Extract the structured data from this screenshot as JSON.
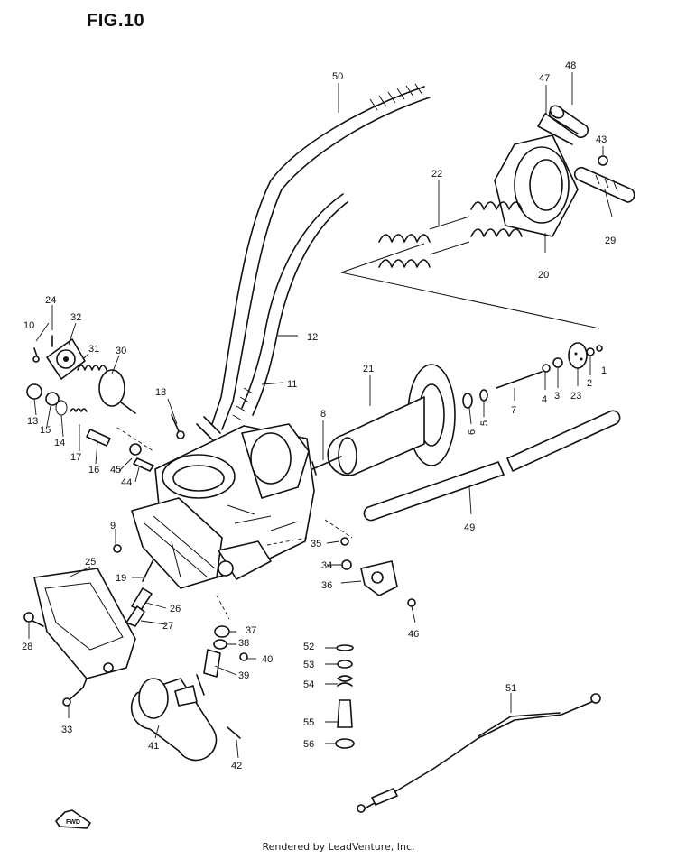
{
  "figure": {
    "title": "FIG.10",
    "footer": "Rendered by LeadVenture, Inc.",
    "direction_tag": "FWD"
  },
  "callouts": [
    "1",
    "2",
    "3",
    "4",
    "5",
    "6",
    "7",
    "8",
    "9",
    "10",
    "11",
    "12",
    "13",
    "14",
    "15",
    "16",
    "17",
    "18",
    "19",
    "20",
    "21",
    "22",
    "23",
    "24",
    "25",
    "26",
    "27",
    "28",
    "29",
    "30",
    "31",
    "32",
    "33",
    "34",
    "35",
    "36",
    "37",
    "38",
    "39",
    "40",
    "41",
    "42",
    "43",
    "44",
    "45",
    "46",
    "47",
    "48",
    "49",
    "50",
    "51",
    "52",
    "53",
    "54",
    "55",
    "56"
  ]
}
